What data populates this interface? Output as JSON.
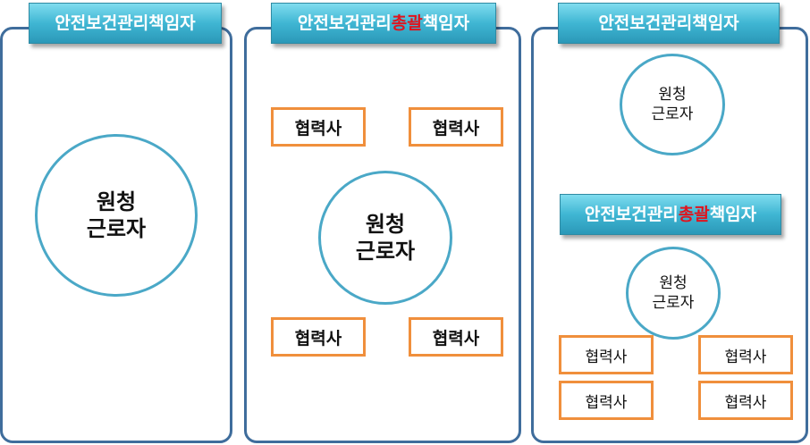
{
  "panels": [
    {
      "header": {
        "pre": "안전보건관리",
        "hl": "",
        "post": "책임자"
      },
      "circle": "원청\n근로자"
    },
    {
      "header": {
        "pre": "안전보건관리",
        "hl": "총괄",
        "post": "책임자"
      },
      "circle": "원청\n근로자",
      "boxes": [
        "협력사",
        "협력사",
        "협력사",
        "협력사"
      ]
    },
    {
      "header": {
        "pre": "안전보건관리",
        "hl": "",
        "post": "책임자"
      },
      "circle": "원청\n근로자",
      "sub_header": {
        "pre": "안전보건관리",
        "hl": "총괄",
        "post": "책임자"
      },
      "sub_circle": "원청\n근로자",
      "boxes": [
        "협력사",
        "협력사",
        "협력사",
        "협력사"
      ]
    }
  ],
  "colors": {
    "header_text_highlight": "#e0141e",
    "circle_border": "#4aa8c7",
    "box_border": "#f08f3c",
    "panel_border": "#3f6d9c"
  }
}
